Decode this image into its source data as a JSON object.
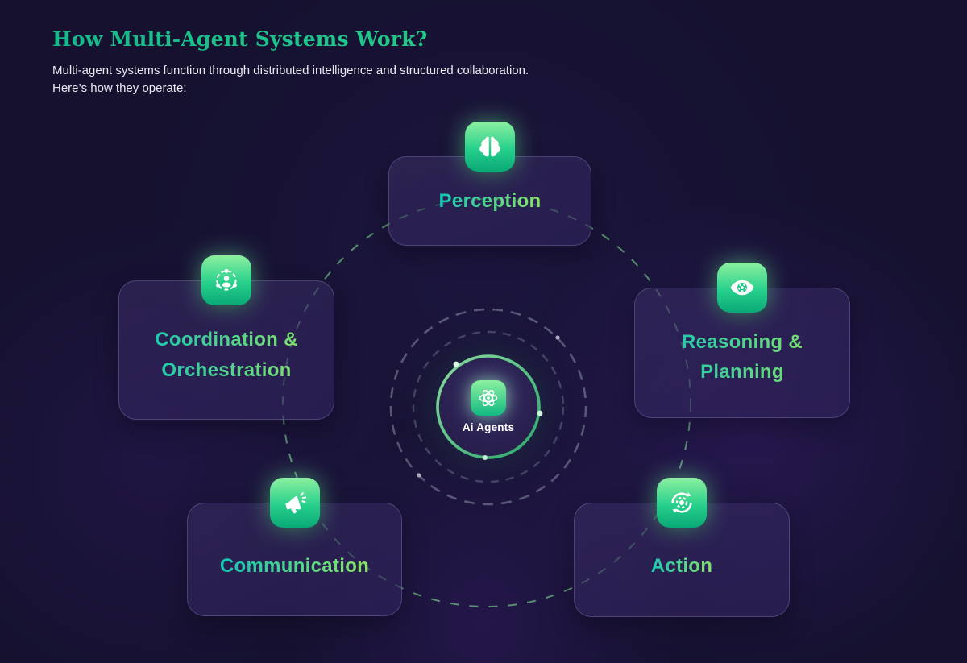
{
  "page": {
    "title": "How Multi-Agent Systems Work?",
    "subtitle_line1": "Multi-agent systems function through distributed intelligence and structured collaboration.",
    "subtitle_line2": "Here’s how they operate:"
  },
  "center": {
    "label": "Ai Agents",
    "icon": "atom-icon"
  },
  "nodes": [
    {
      "id": "perception",
      "label": "Perception",
      "icon": "brain-icon"
    },
    {
      "id": "reasoning",
      "label": "Reasoning & Planning",
      "icon": "eye-gear-icon"
    },
    {
      "id": "action",
      "label": "Action",
      "icon": "cycle-gear-icon"
    },
    {
      "id": "communication",
      "label": "Communication",
      "icon": "megaphone-icon"
    },
    {
      "id": "coordination",
      "label": "Coordination & Orchestration",
      "icon": "user-network-icon"
    }
  ],
  "colors": {
    "background": "#15112f",
    "accent_teal": "#12c6b6",
    "accent_green": "#92e45f",
    "tile_green": "#27d08c",
    "orbit_green": "#7ddf8e",
    "ring_gray": "#8a8fa8",
    "title_green": "#1fc28e"
  }
}
